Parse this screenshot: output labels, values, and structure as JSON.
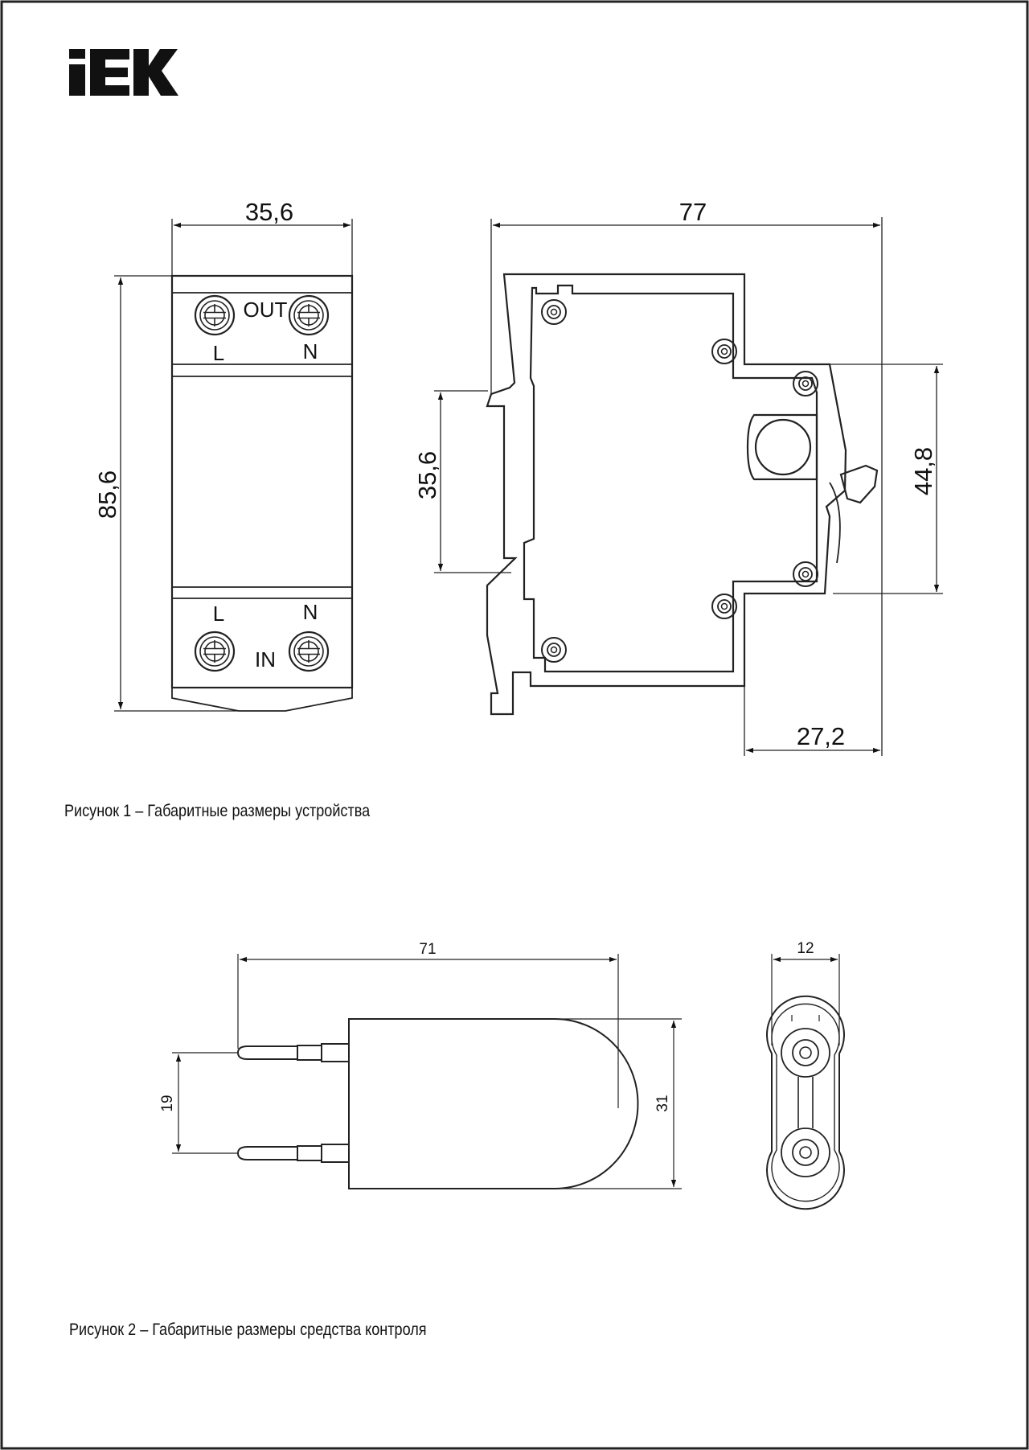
{
  "logo": {
    "text": "IEK"
  },
  "figure1": {
    "front_view": {
      "width_dim": "35,6",
      "height_dim": "85,6",
      "label_out": "OUT",
      "label_in": "IN",
      "label_l_top": "L",
      "label_n_top": "N",
      "label_l_bottom": "L",
      "label_n_bottom": "N"
    },
    "side_view": {
      "depth_dim": "77",
      "rail_dim": "35,6",
      "front_height_dim": "44,8",
      "front_depth_dim": "27,2"
    },
    "caption": "Рисунок 1 – Габаритные размеры устройства"
  },
  "figure2": {
    "plug_view": {
      "length_dim": "71",
      "pin_spacing_dim": "19",
      "height_dim": "31"
    },
    "end_view": {
      "width_dim": "12"
    },
    "caption": "Рисунок 2 – Габаритные размеры средства контроля"
  }
}
